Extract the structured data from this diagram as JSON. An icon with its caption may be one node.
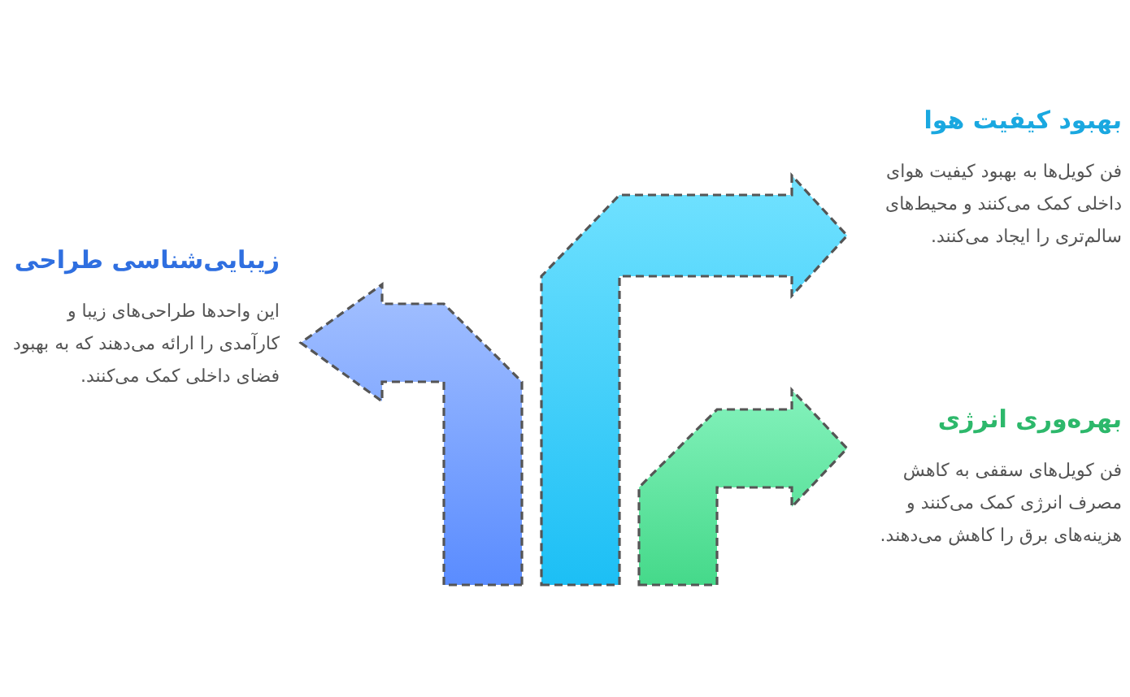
{
  "diagram": {
    "nodes": [
      {
        "text": [
          "زیبایی‌شناسی طراحی",
          "این واحدها طراحی‌های زیبا و کارآمدی را ارائه می‌دهند که به بهبود فضای داخلی کمک می‌کنند."
        ]
      },
      {
        "text": [
          "بهبود کیفیت هوا",
          "فن کویل‌ها به بهبود کیفیت هوای داخلی کمک می‌کنند و محیط‌های سالم‌تری را ایجاد می‌کنند."
        ]
      },
      {
        "text": [
          "بهره‌وری انرژی",
          "فن کویل‌های سقفی به کاهش مصرف انرژی کمک می‌کنند و هزینه‌های برق را کاهش می‌دهند."
        ]
      }
    ],
    "edges": [
      {
        "from": null,
        "to": 0,
        "arrow": "to"
      },
      {
        "from": null,
        "to": 1,
        "arrow": "to"
      },
      {
        "from": null,
        "to": 2,
        "arrow": "to"
      }
    ]
  }
}
